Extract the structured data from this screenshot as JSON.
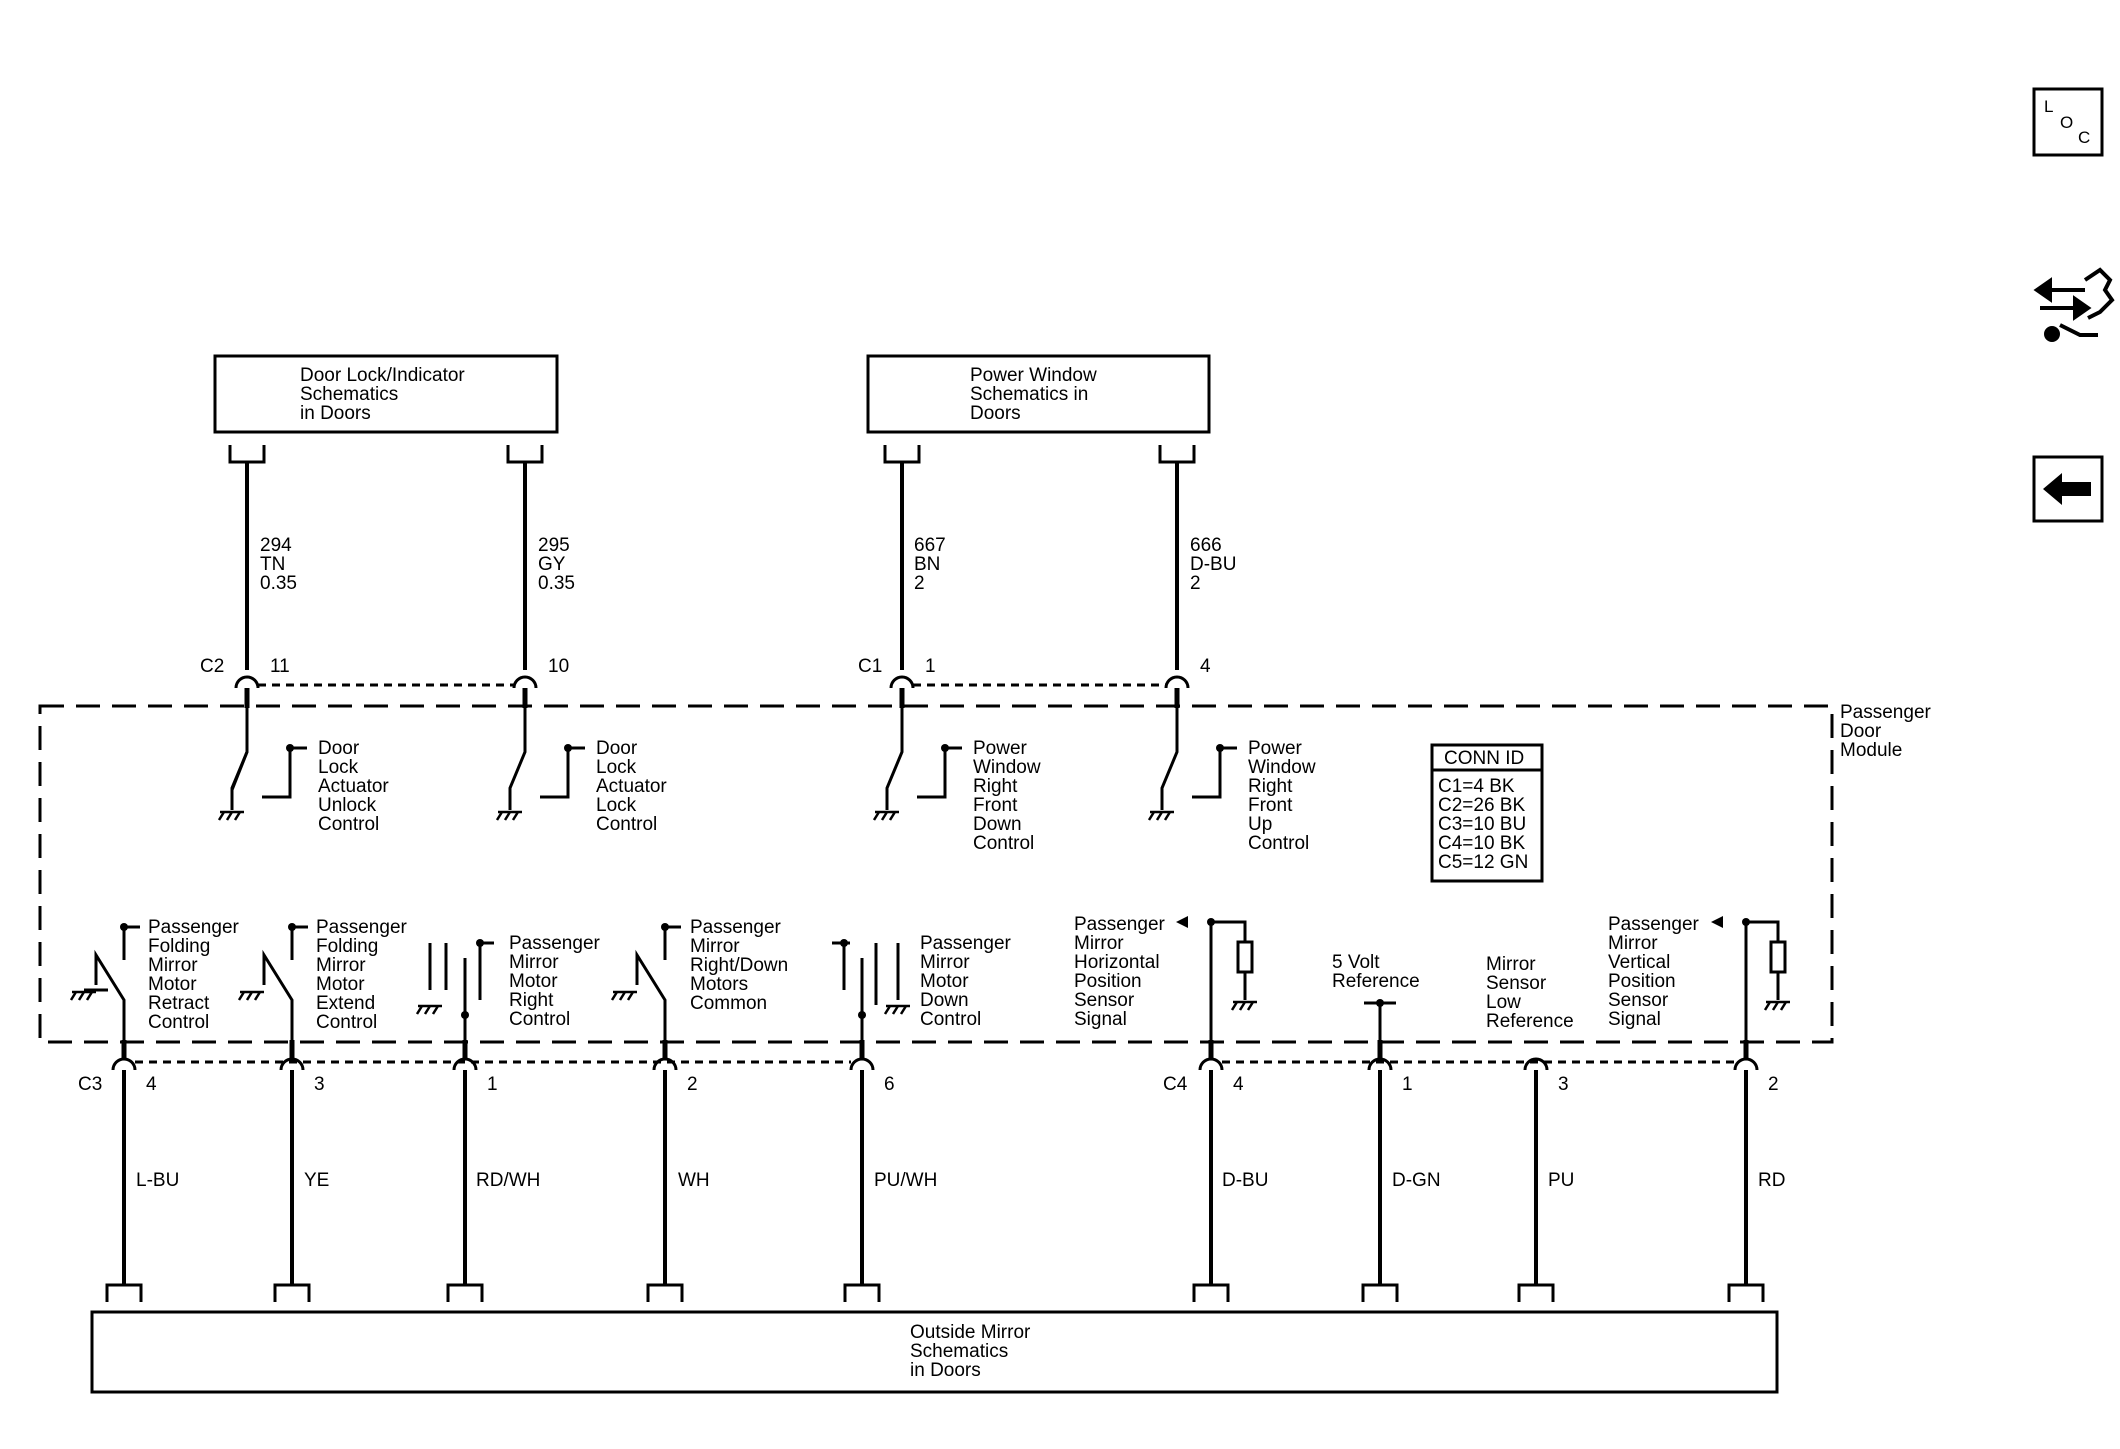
{
  "top_boxes": {
    "door_lock": [
      "Door Lock/Indicator",
      "Schematics",
      "in Doors"
    ],
    "power_window": [
      "Power Window",
      "Schematics in",
      "Doors"
    ]
  },
  "top_wires": [
    [
      "294",
      "TN",
      "0.35"
    ],
    [
      "295",
      "GY",
      "0.35"
    ],
    [
      "667",
      "BN",
      "2"
    ],
    [
      "666",
      "D-BU",
      "2"
    ]
  ],
  "top_connectors": {
    "c2": {
      "name": "C2",
      "pins": [
        "11",
        "10"
      ]
    },
    "c1": {
      "name": "C1",
      "pins": [
        "1",
        "4"
      ]
    }
  },
  "module": {
    "name": [
      "Passenger",
      "Door",
      "Module"
    ],
    "switches_top": [
      [
        "Door",
        "Lock",
        "Actuator",
        "Unlock",
        "Control"
      ],
      [
        "Door",
        "Lock",
        "Actuator",
        "Lock",
        "Control"
      ],
      [
        "Power",
        "Window",
        "Right",
        "Front",
        "Down",
        "Control"
      ],
      [
        "Power",
        "Window",
        "Right",
        "Front",
        "Up",
        "Control"
      ]
    ],
    "conn_id": {
      "title": "CONN ID",
      "rows": [
        "C1=4 BK",
        "C2=26 BK",
        "C3=10 BU",
        "C4=10 BK",
        "C5=12 GN"
      ]
    },
    "bottom_labels": [
      [
        "Passenger",
        "Folding",
        "Mirror",
        "Motor",
        "Retract",
        "Control"
      ],
      [
        "Passenger",
        "Folding",
        "Mirror",
        "Motor",
        "Extend",
        "Control"
      ],
      [
        "Passenger",
        "Mirror",
        "Motor",
        "Right",
        "Control"
      ],
      [
        "Passenger",
        "Mirror",
        "Right/Down",
        "Motors",
        "Common"
      ],
      [
        "Passenger",
        "Mirror",
        "Motor",
        "Down",
        "Control"
      ],
      [
        "Passenger",
        "Mirror",
        "Horizontal",
        "Position",
        "Sensor",
        "Signal"
      ],
      [
        "5 Volt",
        "Reference"
      ],
      [
        "Mirror",
        "Sensor",
        "Low",
        "Reference"
      ],
      [
        "Passenger",
        "Mirror",
        "Vertical",
        "Position",
        "Sensor",
        "Signal"
      ]
    ]
  },
  "bottom_connectors": {
    "c3": {
      "name": "C3",
      "pins": [
        "4",
        "3",
        "1",
        "2",
        "6"
      ]
    },
    "c4": {
      "name": "C4",
      "pins": [
        "4",
        "1",
        "3",
        "2"
      ]
    }
  },
  "bottom_wires": [
    "L-BU",
    "YE",
    "RD/WH",
    "WH",
    "PU/WH",
    "D-BU",
    "D-GN",
    "PU",
    "RD"
  ],
  "bottom_box": [
    "Outside Mirror",
    "Schematics",
    "in Doors"
  ],
  "side_nav": {
    "loc": {
      "L": "L",
      "O": "O",
      "C": "C"
    },
    "icons": [
      "location-icon",
      "transfer-wrench-icon",
      "back-arrow-icon"
    ]
  }
}
